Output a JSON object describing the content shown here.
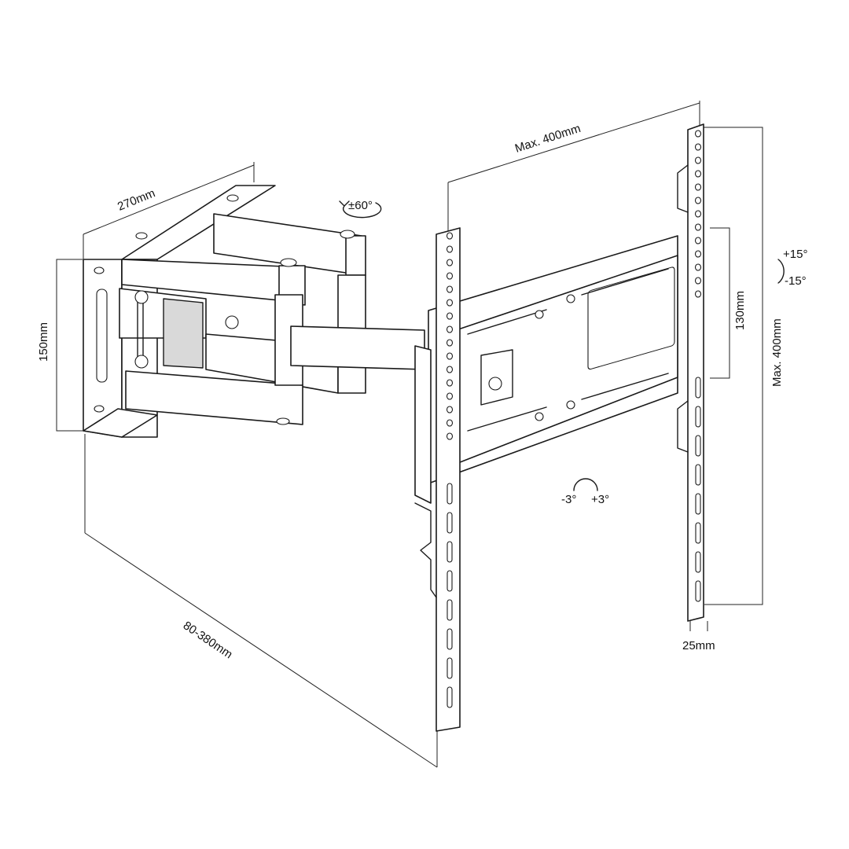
{
  "labels": {
    "wall_plate_width": "270mm",
    "wall_plate_height": "150mm",
    "swivel": "±60°",
    "tv_plate_width": "Max. 400mm",
    "tv_plate_height": "Max. 400mm",
    "center_height": "130mm",
    "tilt_up": "+15°",
    "tilt_down": "-15°",
    "level_minus": "-3°",
    "level_plus": "+3°",
    "extension": "80-380mm",
    "rail_width": "25mm"
  }
}
